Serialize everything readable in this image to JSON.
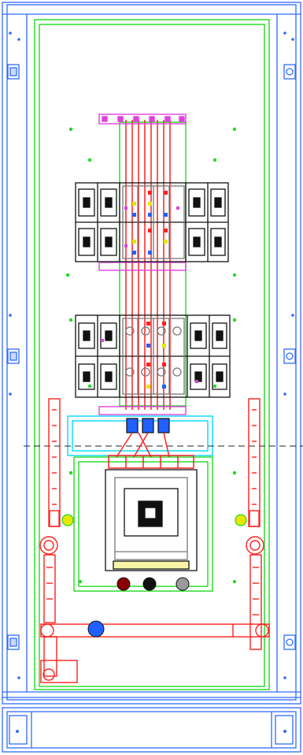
{
  "drawing": {
    "colors": {
      "frame": "#2f6bff",
      "mounting_plate": "#1fdc1f",
      "busbar": "#ff2020",
      "module_outline": "#111111",
      "support_rail": "#e040e0",
      "terminal_cover": "#00d8ff",
      "centerline": "#222222",
      "phase_blue": "#2060ff",
      "phase_black": "#111111",
      "phase_grey": "#9a9a9a",
      "phase_dark_red": "#8b0000",
      "indicator_yellow": "#e6e600"
    },
    "upper_breaker_bank": {
      "modules": 6,
      "rows": 2
    },
    "lower_breaker_bank": {
      "modules": 6,
      "rows": 2
    },
    "main_breaker": {
      "terminals": 3,
      "terminal_colors": [
        "dark-red",
        "black",
        "grey"
      ]
    }
  }
}
